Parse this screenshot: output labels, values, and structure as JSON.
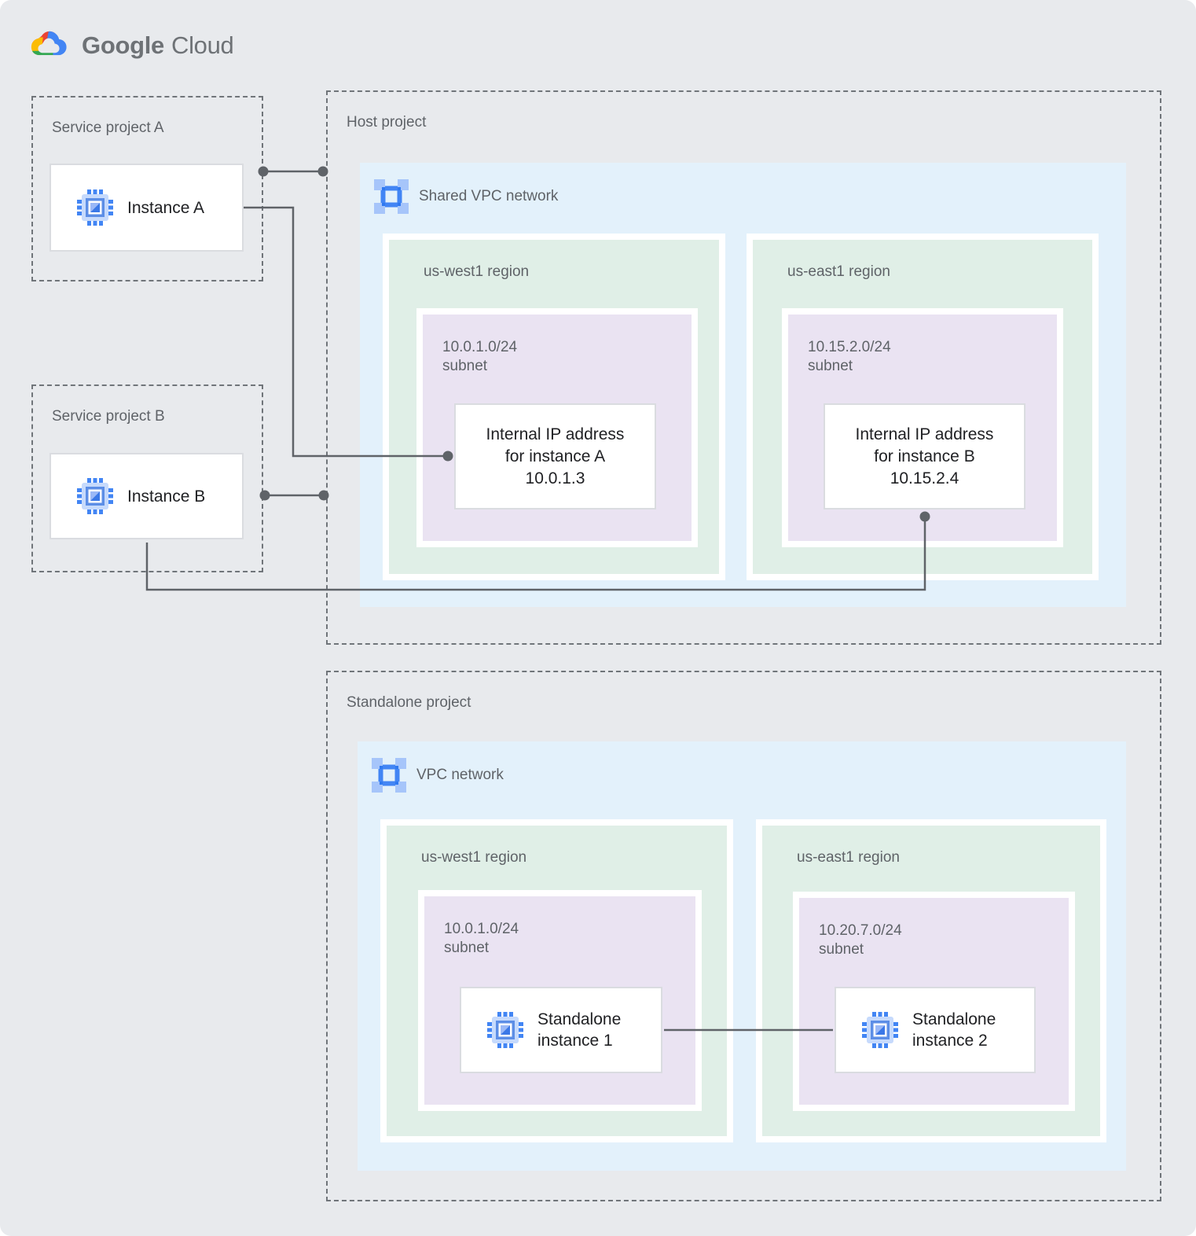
{
  "logo": {
    "brand": "Google",
    "product": "Cloud"
  },
  "projects": {
    "service_a": {
      "title": "Service project A",
      "instance_label": "Instance A"
    },
    "service_b": {
      "title": "Service project B",
      "instance_label": "Instance B"
    },
    "host": {
      "title": "Host project",
      "network_label": "Shared VPC network",
      "regions": [
        {
          "label": "us-west1 region",
          "subnet_cidr": "10.0.1.0/24",
          "subnet_word": "subnet",
          "ip_line1": "Internal IP address",
          "ip_line2": "for instance A",
          "ip_line3": "10.0.1.3"
        },
        {
          "label": "us-east1 region",
          "subnet_cidr": "10.15.2.0/24",
          "subnet_word": "subnet",
          "ip_line1": "Internal IP address",
          "ip_line2": "for instance B",
          "ip_line3": "10.15.2.4"
        }
      ]
    },
    "standalone": {
      "title": "Standalone project",
      "network_label": "VPC network",
      "regions": [
        {
          "label": "us-west1 region",
          "subnet_cidr": "10.0.1.0/24",
          "subnet_word": "subnet",
          "instance_line1": "Standalone",
          "instance_line2": "instance 1"
        },
        {
          "label": "us-east1 region",
          "subnet_cidr": "10.20.7.0/24",
          "subnet_word": "subnet",
          "instance_line1": "Standalone",
          "instance_line2": "instance 2"
        }
      ]
    }
  },
  "icons": {
    "logo": "google-cloud-logo",
    "network": "vpc-network-icon",
    "instance": "compute-engine-icon"
  },
  "colors": {
    "background": "#E8EAED",
    "network_fill": "#E3F1FB",
    "region_fill": "#E0EFE7",
    "subnet_fill": "#EAE3F2",
    "card_border": "#DADCE0",
    "connector": "#5F6368",
    "text_primary": "#202124",
    "text_secondary": "#5F6368",
    "google_blue": "#4285F4",
    "google_red": "#EA4335",
    "google_yellow": "#FBBC05",
    "google_green": "#34A853"
  }
}
